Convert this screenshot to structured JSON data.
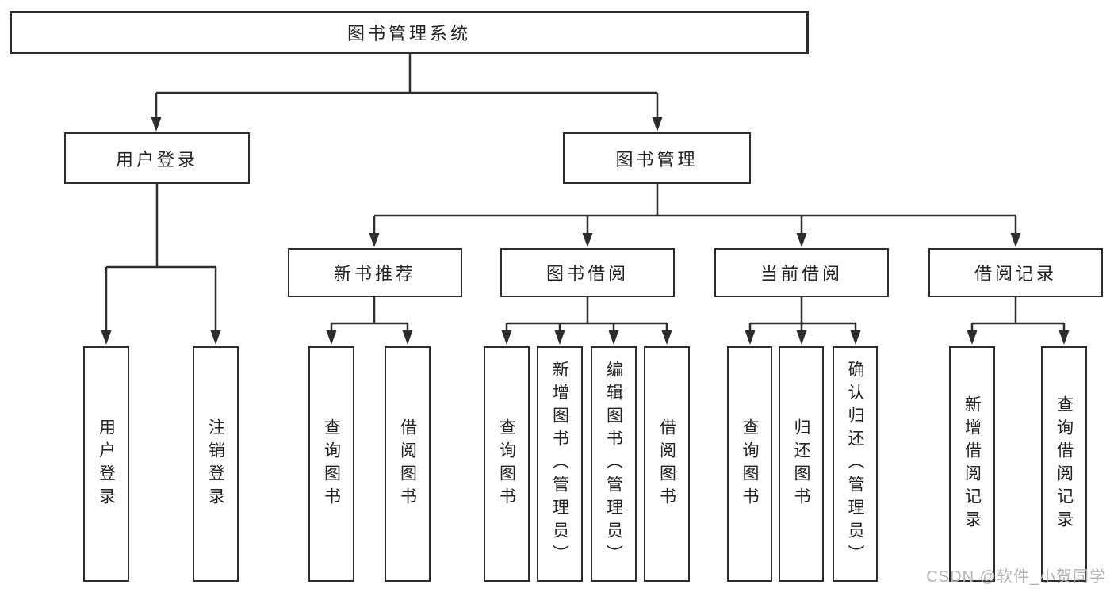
{
  "diagram": {
    "type": "org-tree",
    "root": {
      "label": "图书管理系统"
    },
    "level2": [
      {
        "label": "用户登录",
        "parent": "图书管理系统"
      },
      {
        "label": "图书管理",
        "parent": "图书管理系统"
      }
    ],
    "level3": [
      {
        "label": "新书推荐",
        "parent": "图书管理"
      },
      {
        "label": "图书借阅",
        "parent": "图书管理"
      },
      {
        "label": "当前借阅",
        "parent": "图书管理"
      },
      {
        "label": "借阅记录",
        "parent": "图书管理"
      }
    ],
    "leaves": [
      {
        "label": "用户登录",
        "parent": "用户登录"
      },
      {
        "label": "注销登录",
        "parent": "用户登录"
      },
      {
        "label": "查询图书",
        "parent": "新书推荐"
      },
      {
        "label": "借阅图书",
        "parent": "新书推荐"
      },
      {
        "label": "查询图书",
        "parent": "图书借阅"
      },
      {
        "label": "新增图书（管理员）",
        "parent": "图书借阅"
      },
      {
        "label": "编辑图书（管理员）",
        "parent": "图书借阅"
      },
      {
        "label": "借阅图书",
        "parent": "图书借阅"
      },
      {
        "label": "查询图书",
        "parent": "当前借阅"
      },
      {
        "label": "归还图书",
        "parent": "当前借阅"
      },
      {
        "label": "确认归还（管理员）",
        "parent": "当前借阅"
      },
      {
        "label": "新增借阅记录",
        "parent": "借阅记录"
      },
      {
        "label": "查询借阅记录",
        "parent": "借阅记录"
      }
    ],
    "watermark": "CSDN @软件_小贺同学",
    "colors": {
      "line": "#2d2d2d",
      "box_border": "#2d2d2d",
      "text": "#232323",
      "watermark": "#b3b3b3",
      "background": "#ffffff"
    }
  }
}
